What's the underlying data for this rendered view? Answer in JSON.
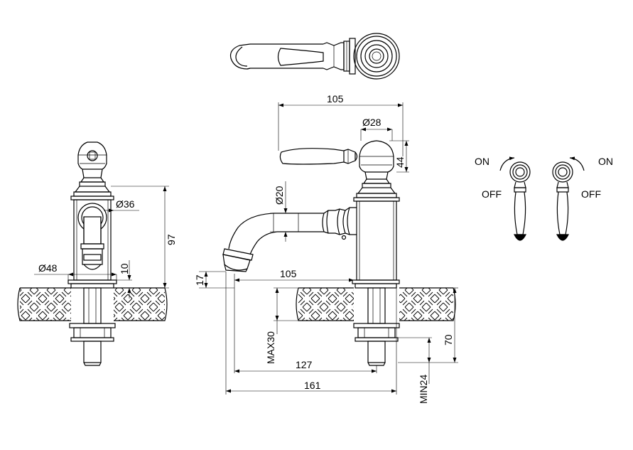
{
  "dimensions": {
    "front_pipe_dia": "Ø36",
    "front_height": "97",
    "front_base_dia": "Ø48",
    "front_base_height": "10",
    "side_reach_top": "105",
    "side_handle_dia": "Ø28",
    "side_handle_height": "44",
    "side_spout_dia": "Ø20",
    "side_spout_drop": "17",
    "side_spout_reach": "105",
    "side_max_thickness": "MAX30",
    "side_shank_length": "70",
    "side_center_to_outlet": "127",
    "side_total_length": "161",
    "side_min_thickness": "MIN24"
  },
  "operation": {
    "left_on": "ON",
    "left_off": "OFF",
    "right_on": "ON",
    "right_off": "OFF"
  }
}
